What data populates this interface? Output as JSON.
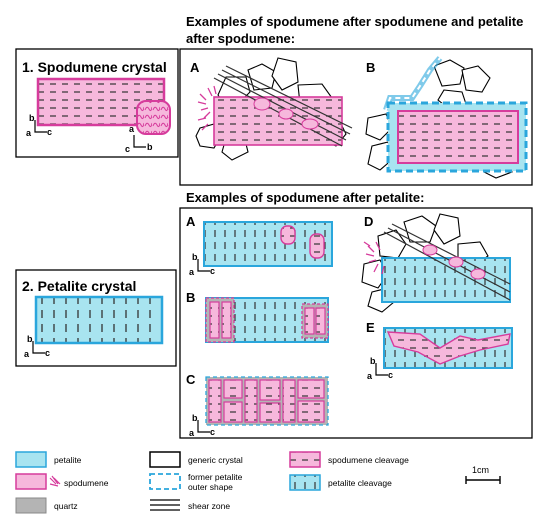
{
  "headings": {
    "top_line1": "Examples of spodumene after spodumene and petalite",
    "top_line2": "after spodumene:",
    "bottom": "Examples of spodumene after petalite:"
  },
  "panel1": {
    "title": "1. Spodumene crystal"
  },
  "panel2": {
    "title": "2. Petalite crystal"
  },
  "panel_labels": {
    "top_a": "A",
    "top_b": "B",
    "bot_a": "A",
    "bot_b": "B",
    "bot_c": "C",
    "bot_d": "D",
    "bot_e": "E"
  },
  "axes": {
    "a": "a",
    "b": "b",
    "c": "c"
  },
  "legend": {
    "petalite": "petalite",
    "spodumene": "spodumene",
    "quartz": "quartz",
    "generic_crystal": "generic crystal",
    "former_petalite_line1": "former petalite",
    "former_petalite_line2": "outer shape",
    "shear_zone": "shear zone",
    "spodumene_cleavage": "spodumene cleavage",
    "petalite_cleavage": "petalite cleavage",
    "scale": "1cm"
  },
  "colors": {
    "petalite_fill": "#a8e4f0",
    "petalite_stroke": "#2aa6dc",
    "spodumene_fill": "#f6b8dc",
    "spodumene_stroke": "#d63c9c",
    "quartz_fill": "#b4b4b4"
  }
}
